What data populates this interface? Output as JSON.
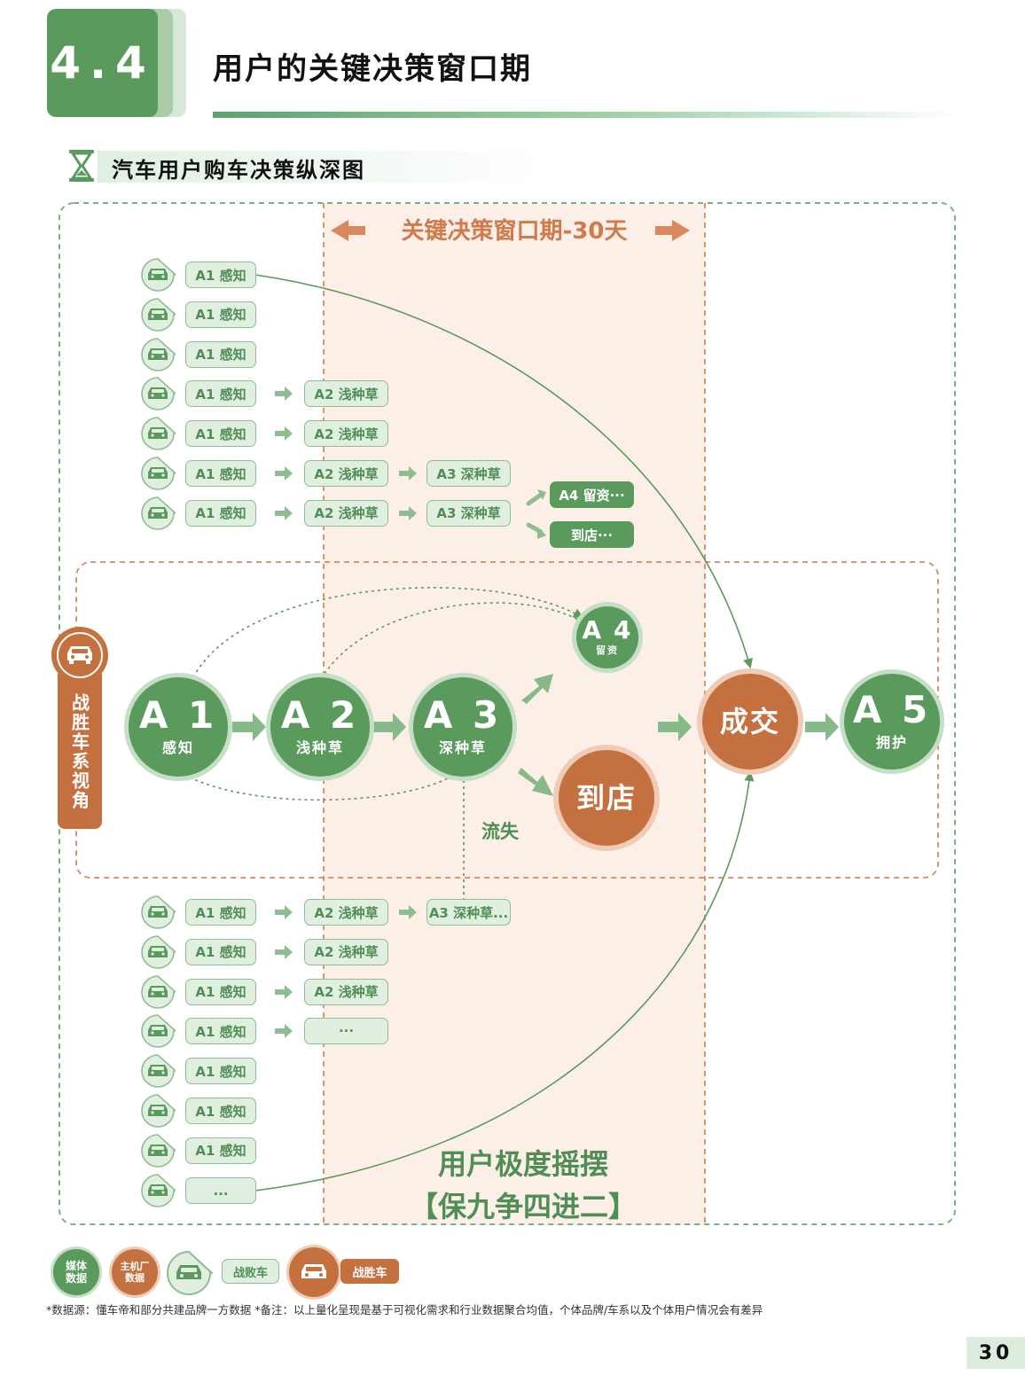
{
  "header": {
    "section_number": "4.4",
    "title": "用户的关键决策窗口期",
    "subtitle": "汽车用户购车决策纵深图"
  },
  "window": {
    "label": "关键决策窗口期-30天"
  },
  "stages": {
    "a1_label": "A1 感知",
    "a2_label": "A2 浅种草",
    "a3_label": "A3 深种草",
    "a3_trunc_label": "A3 深种草...",
    "a4_label": "A4 留资···",
    "visit_label": "到店···",
    "ellipsis": "···",
    "ellipsis_short": "..."
  },
  "flow": {
    "side_tag": "战胜车系视角",
    "a1": {
      "code": "A 1",
      "name": "感知"
    },
    "a2": {
      "code": "A 2",
      "name": "浅种草"
    },
    "a3": {
      "code": "A 3",
      "name": "深种草"
    },
    "a4": {
      "code": "A 4",
      "name": "留资"
    },
    "visit": "到店",
    "deal": "成交",
    "a5": {
      "code": "A 5",
      "name": "拥护"
    },
    "loss": "流失"
  },
  "swing": {
    "line1": "用户极度摇摆",
    "line2": "【保九争四进二】"
  },
  "legend": {
    "media": "媒体\n数据",
    "oem": "主机厂\n数据",
    "lose_car": "战败车",
    "win_car": "战胜车"
  },
  "footnote": "*数据源：懂车帝和部分共建品牌一方数据   *备注：以上量化呈现是基于可视化需求和行业数据聚合均值，个体品牌/车系以及个体用户情况会有差异",
  "page_number": "30",
  "colors": {
    "green": "#5a9a5c",
    "orange": "#c4703f",
    "light_green": "#e0efe0",
    "window_bg": "#fcefe7"
  }
}
